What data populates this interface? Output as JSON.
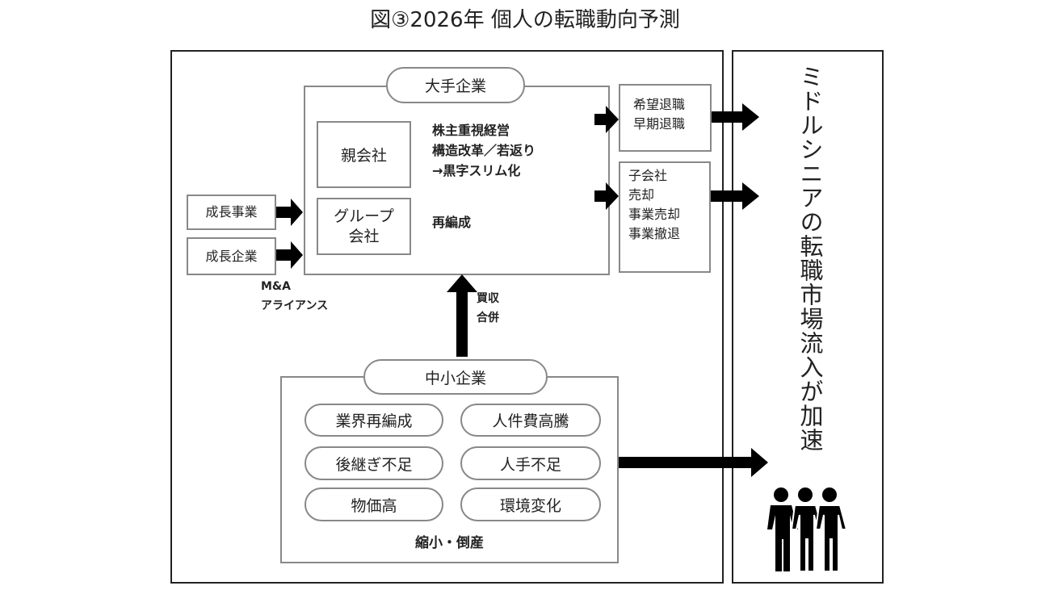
{
  "title": "図③2026年 個人の転職動向予測",
  "large_company": {
    "label": "大手企業",
    "parent": "親会社",
    "parent_notes": [
      "株主重視経営",
      "構造改革／若返り",
      "→黒字スリム化"
    ],
    "group": [
      "グループ",
      "会社"
    ],
    "group_note": "再編成"
  },
  "inputs": [
    "成長事業",
    "成長企業"
  ],
  "ma_label": [
    "M&A",
    "アライアンス"
  ],
  "outputs": {
    "retirement": [
      "希望退職",
      "早期退職"
    ],
    "divest": [
      "子会社",
      "売却",
      "事業売却",
      "事業撤退"
    ]
  },
  "acquisition_label": [
    "買収",
    "合併"
  ],
  "sme": {
    "label": "中小企業",
    "factors": [
      "業界再編成",
      "人件費高騰",
      "後継ぎ不足",
      "人手不足",
      "物価高",
      "環境変化"
    ],
    "result": "縮小・倒産"
  },
  "market": {
    "text": "ミドルシニアの転職市場流入が加速",
    "icon": "people-icon"
  }
}
